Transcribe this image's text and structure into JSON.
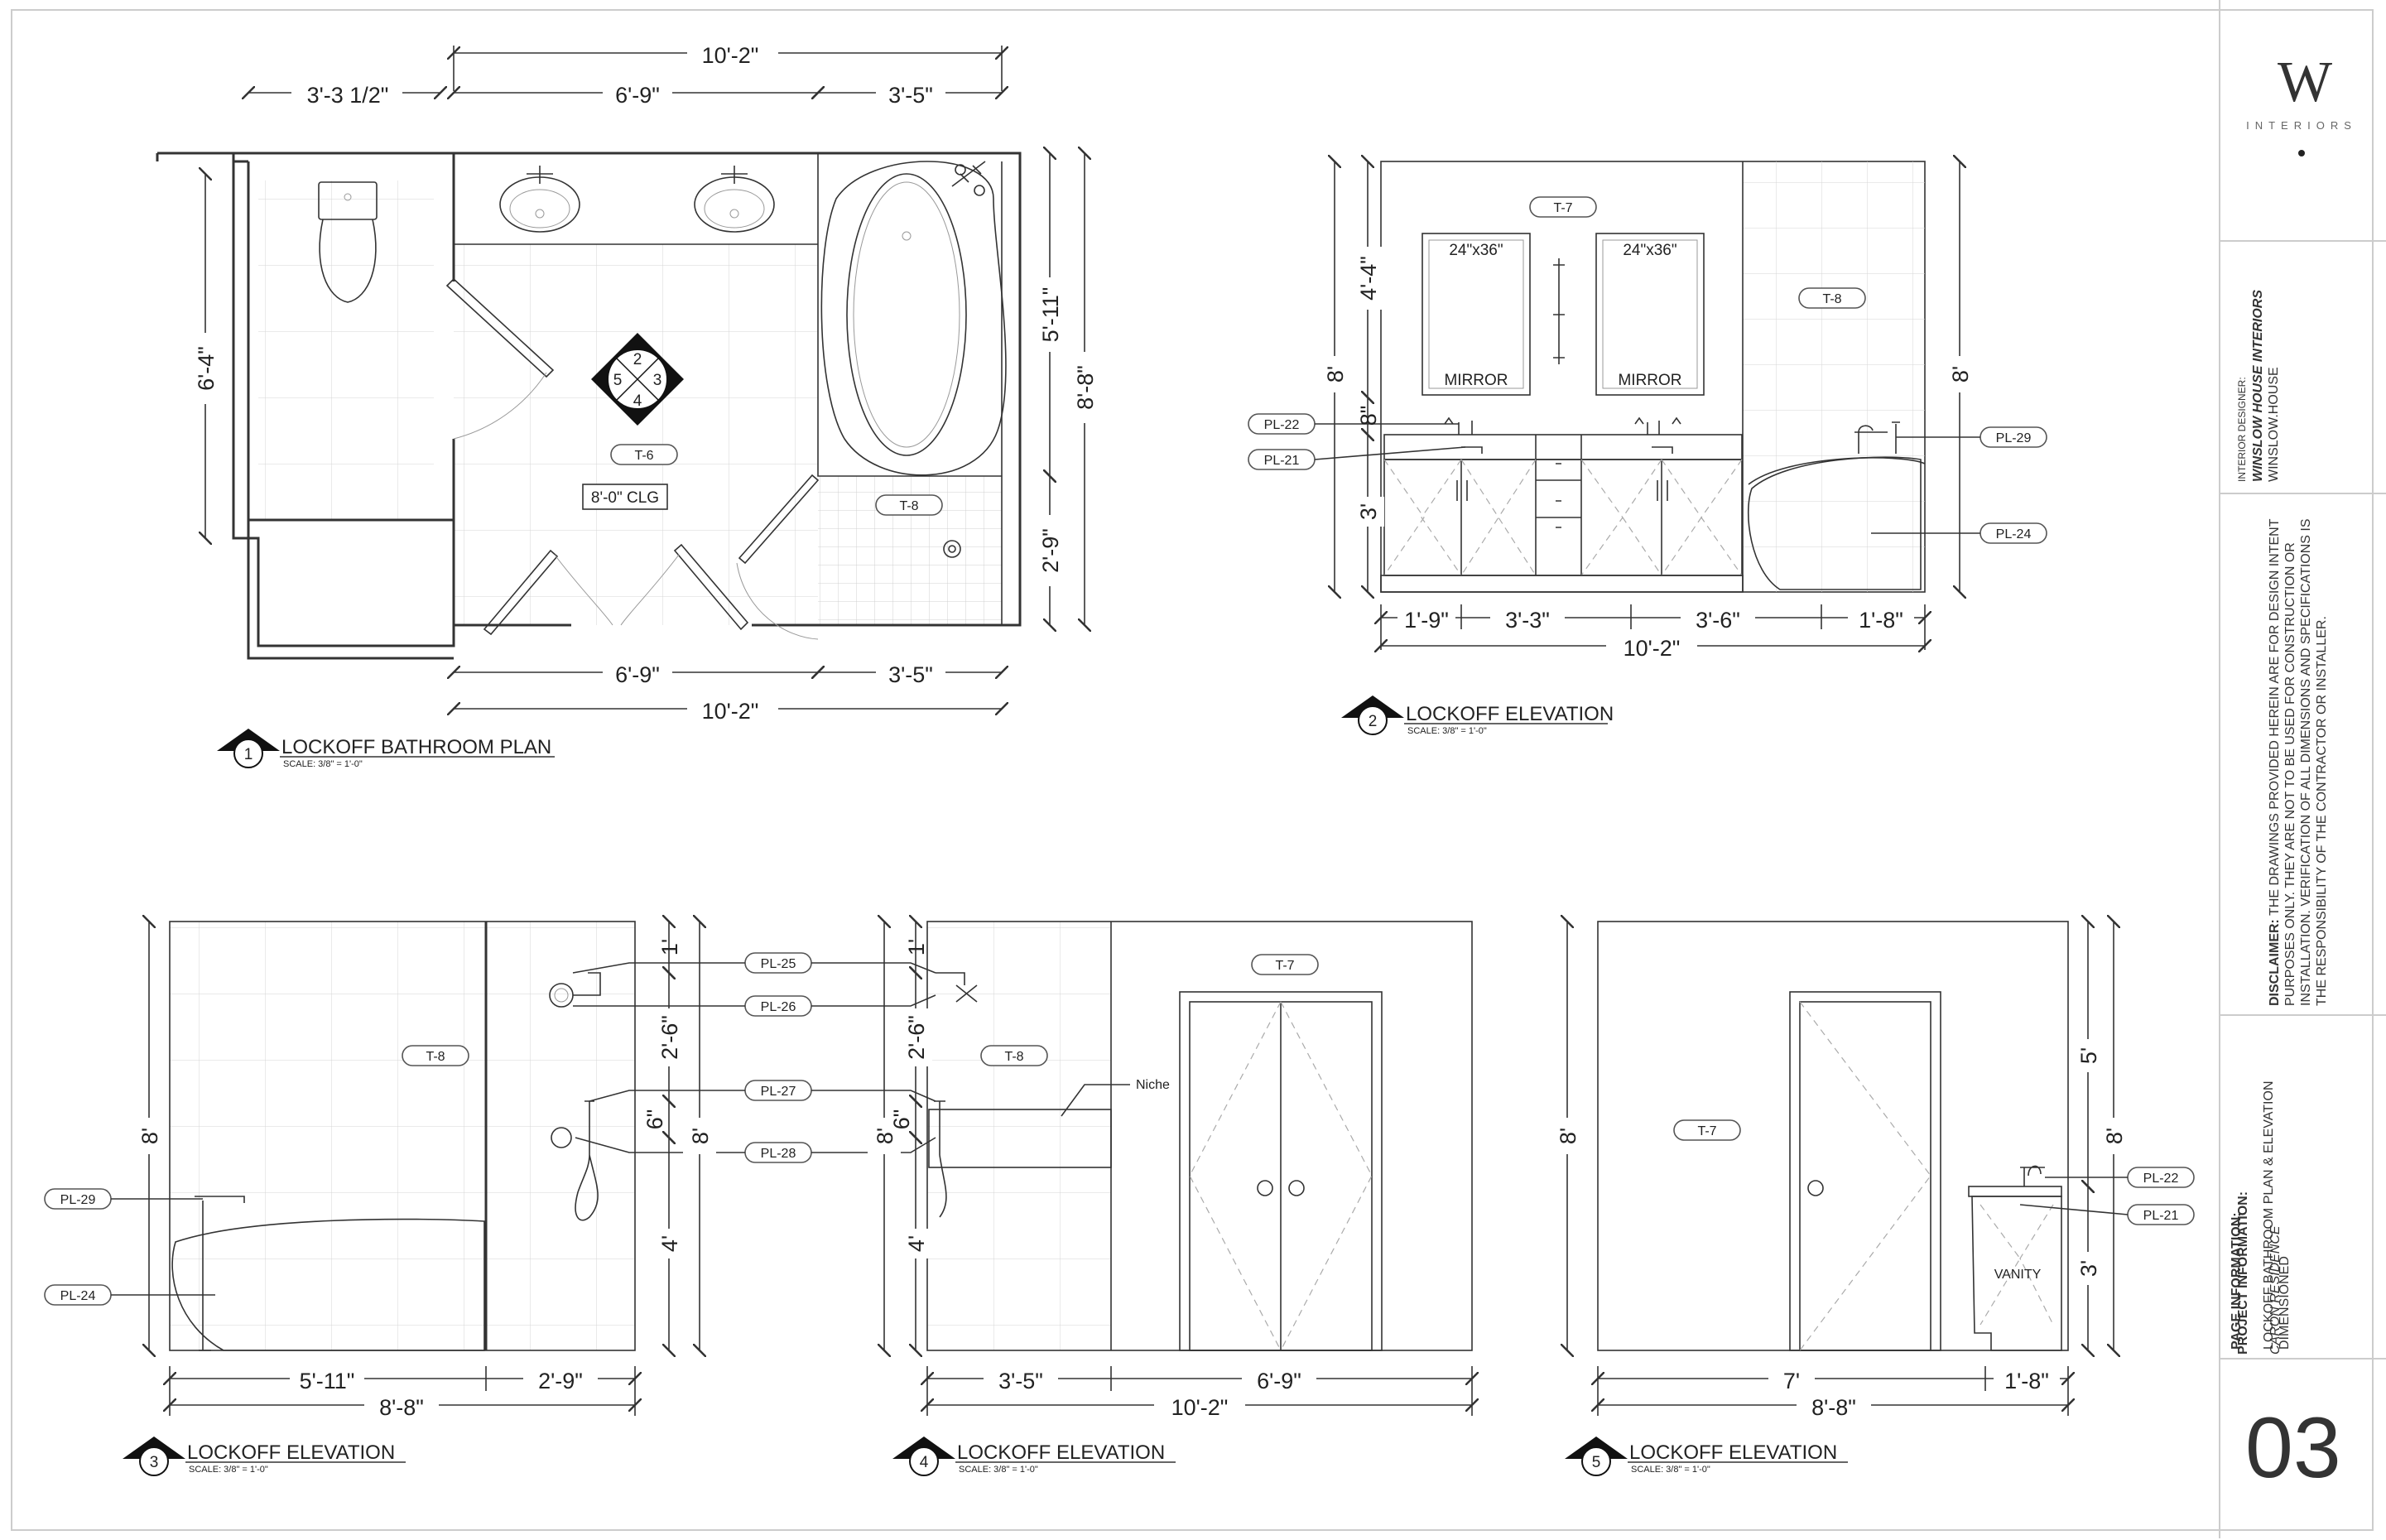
{
  "views": {
    "plan": {
      "title": "LOCKOFF BATHROOM PLAN",
      "scale": "SCALE: 3/8\" = 1'-0\"",
      "num": "1",
      "dims": {
        "top_overall": "10'-2\"",
        "top_left": "3'-3 1/2\"",
        "top_mid": "6'-9\"",
        "top_right": "3'-5\"",
        "left": "6'-4\"",
        "right_upper": "5'-11\"",
        "right_lower": "2'-9\"",
        "right_overall": "8'-8\"",
        "bottom_mid": "6'-9\"",
        "bottom_right": "3'-5\"",
        "bottom_overall": "10'-2\""
      },
      "tags": {
        "floor": "T-6",
        "shower": "T-8",
        "ceiling": "8'-0\" CLG"
      },
      "compass": [
        "2",
        "3",
        "4",
        "5"
      ]
    },
    "elev2": {
      "title": "LOCKOFF ELEVATION",
      "scale": "SCALE: 3/8\" = 1'-0\"",
      "num": "2",
      "mirror_size": "24\"x36\"",
      "mirror_label": "MIRROR",
      "tags": {
        "wall": "T-7",
        "tile": "T-8",
        "faucet": "PL-22",
        "sink": "PL-21",
        "tub_filler": "PL-29",
        "tub": "PL-24"
      },
      "dims": {
        "upper": "4'-4\"",
        "left_overall": "8'",
        "backsplash": "8\"",
        "vanity": "3'",
        "right_overall": "8'",
        "b1": "1'-9\"",
        "b2": "3'-3\"",
        "b3": "3'-6\"",
        "b4": "1'-8\"",
        "bottom_overall": "10'-2\""
      }
    },
    "elev3": {
      "title": "LOCKOFF ELEVATION",
      "scale": "SCALE: 3/8\" = 1'-0\"",
      "num": "3",
      "tags": {
        "tile": "T-8",
        "tub_filler": "PL-29",
        "tub": "PL-24",
        "pl25": "PL-25",
        "pl26": "PL-26",
        "pl27": "PL-27",
        "pl28": "PL-28"
      },
      "dims": {
        "left": "8'",
        "r1": "1'",
        "r2": "2'-6\"",
        "r3": "6\"",
        "r4": "4'",
        "r_overall": "8'",
        "b1": "5'-11\"",
        "b2": "2'-9\"",
        "bottom_overall": "8'-8\""
      }
    },
    "elev4": {
      "title": "LOCKOFF ELEVATION",
      "scale": "SCALE: 3/8\" = 1'-0\"",
      "num": "4",
      "niche": "Niche",
      "tags": {
        "tile": "T-8",
        "wall": "T-7"
      },
      "dims": {
        "l1": "1'",
        "l2": "2'-6\"",
        "l3": "6\"",
        "l4": "4'",
        "l_overall": "8'",
        "b1": "3'-5\"",
        "b2": "6'-9\"",
        "bottom_overall": "10'-2\""
      }
    },
    "elev5": {
      "title": "LOCKOFF ELEVATION",
      "scale": "SCALE: 3/8\" = 1'-0\"",
      "num": "5",
      "vanity": "VANITY",
      "tags": {
        "wall": "T-7",
        "faucet": "PL-22",
        "sink": "PL-21"
      },
      "dims": {
        "left": "8'",
        "r_upper": "5'",
        "r_lower": "3'",
        "r_overall": "8'",
        "b1": "7'",
        "b2": "1'-8\"",
        "bottom_overall": "8'-8\""
      }
    }
  },
  "titleblock": {
    "logo_mark": "W",
    "logo_text": "INTERIORS",
    "designer_label": "INTERIOR DESIGNER:",
    "designer_name": "WINSLOW HOUSE INTERIORS",
    "designer_site": "WINSLOW.HOUSE",
    "disclaimer_label": "DISCLAIMER:",
    "disclaimer_text": "THE DRAWINGS PROVIDED HEREIN ARE FOR DESIGN INTENT PURPOSES ONLY. THEY ARE NOT TO BE USED FOR CONSTRUCTION OR INSTALLATION. VERIFICATION OF ALL DIMENSIONS AND SPECIFICATIONS IS THE RESPONSIBILITY OF THE CONTRACTOR OR INSTALLER.",
    "page_info_label": "PAGE INFORMATION:",
    "page_info_text": "LOCKOFF BATHROOM PLAN & ELEVATION DIMENSIONED",
    "project_label": "PROJECT INFORMATION:",
    "project_name": "CARON RESIDENCE",
    "sheet_number": "03"
  }
}
